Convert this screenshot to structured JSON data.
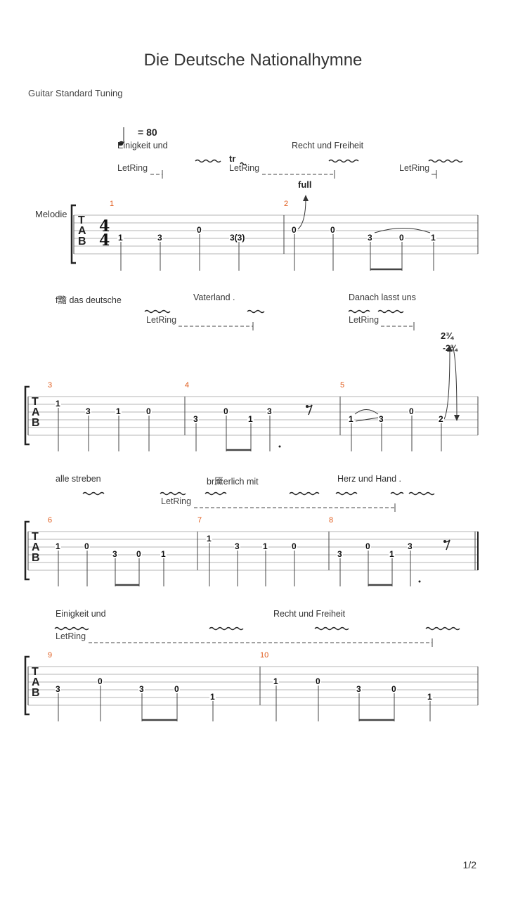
{
  "title": "Die Deutsche Nationalhymne",
  "tuning": "Guitar Standard Tuning",
  "tempo": "= 80",
  "track_name": "Melodie",
  "time_signature": {
    "top": "4",
    "bottom": "4"
  },
  "tab_clef": {
    "t": "T",
    "a": "A",
    "b": "B"
  },
  "letring_label": "LetRing",
  "page_number": "1/2",
  "annotations": {
    "trill": "tr",
    "bend_full": "full",
    "bend_up": "2¾",
    "bend_release": "-2¾"
  },
  "lyrics": {
    "l1a": "Einigkeit und",
    "l1b": "Recht und Freiheit",
    "l2a": "f黵 das deutsche",
    "l2b": "Vaterland .",
    "l2c": "Danach lasst uns",
    "l3a": "alle streben",
    "l3b": "br黡erlich mit",
    "l3c": "Herz und Hand .",
    "l4a": "Einigkeit und",
    "l4b": "Recht und Freiheit"
  },
  "measures": {
    "m1": "1",
    "m2": "2",
    "m3": "3",
    "m4": "4",
    "m5": "5",
    "m6": "6",
    "m7": "7",
    "m8": "8",
    "m9": "9",
    "m10": "10"
  },
  "notes": {
    "m1": [
      "1",
      "3",
      "0",
      "3(3)"
    ],
    "m2": [
      "0",
      "0",
      "3",
      "0",
      "1"
    ],
    "m3": [
      "1",
      "3",
      "1",
      "0"
    ],
    "m4": [
      "3",
      "0",
      "1",
      "3"
    ],
    "m5": [
      "1",
      "3",
      "0",
      "2"
    ],
    "m6": [
      "1",
      "0",
      "3",
      "0",
      "1"
    ],
    "m7": [
      "1",
      "3",
      "1",
      "0"
    ],
    "m8": [
      "3",
      "0",
      "1",
      "3"
    ],
    "m9": [
      "3",
      "0",
      "3",
      "0",
      "1"
    ],
    "m10": [
      "1",
      "0",
      "3",
      "0",
      "1"
    ]
  }
}
